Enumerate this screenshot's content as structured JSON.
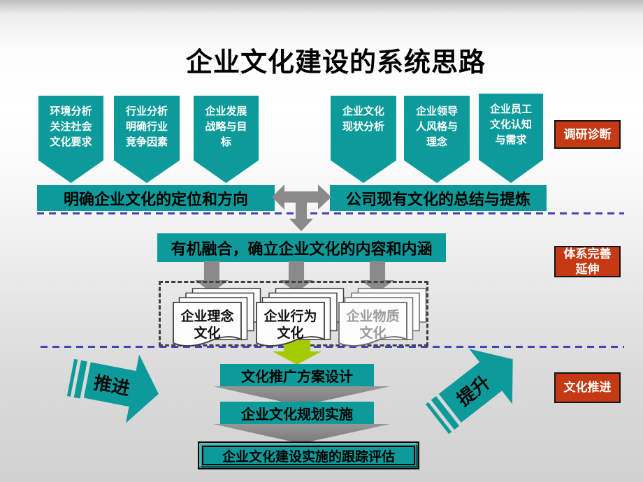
{
  "title": "企业文化建设的系统思路",
  "banners": [
    {
      "text": "环境分析\n关注社会\n文化要求"
    },
    {
      "text": "行业分析\n明确行业\n竞争因素"
    },
    {
      "text": "企业发展\n战略与目\n标"
    },
    {
      "text": "企业文化\n现状分析"
    },
    {
      "text": "企业领导\n人风格与\n理念"
    },
    {
      "text": "企业员工\n文化认知\n与需求"
    }
  ],
  "phase_labels": [
    {
      "text": "调研诊断"
    },
    {
      "text": "体系完善\n延伸"
    },
    {
      "text": "文化推进"
    }
  ],
  "bars": {
    "position": "明确企业文化的定位和方向",
    "summary": "公司现有文化的总结与提炼",
    "fusion": "有机融合，确立企业文化的内容和内涵",
    "design": "文化推广方案设计",
    "implement": "企业文化规划实施",
    "evaluate": "企业文化建设实施的跟踪评估"
  },
  "cards": [
    {
      "text": "企业理念\n文化"
    },
    {
      "text": "企业行为\n文化"
    },
    {
      "text": "企业物质\n文化"
    }
  ],
  "side_arrows": {
    "left": "推进",
    "right": "提升"
  },
  "colors": {
    "teal": "#0d9a9a",
    "red": "#c53a15",
    "green": "#a3cb00",
    "gray_arrow": "#8a8a8a",
    "dash_blue": "#4343bd",
    "dash_dark": "#3f3f3f"
  }
}
